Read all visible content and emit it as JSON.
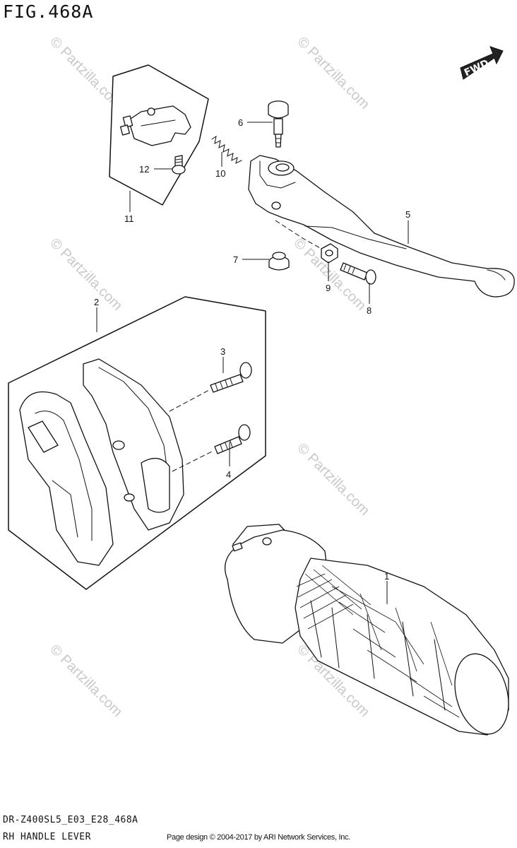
{
  "figure": {
    "title": "FIG.468A",
    "model_code": "DR-Z400SL5_E03_E28_468A",
    "name": "RH HANDLE LEVER",
    "credit": "Page design © 2004-2017 by ARI Network Services, Inc."
  },
  "fwd_label": "FWD",
  "watermark": "© Partzilla.com",
  "callouts": [
    "1",
    "2",
    "3",
    "4",
    "5",
    "6",
    "7",
    "8",
    "9",
    "10",
    "11",
    "12"
  ]
}
